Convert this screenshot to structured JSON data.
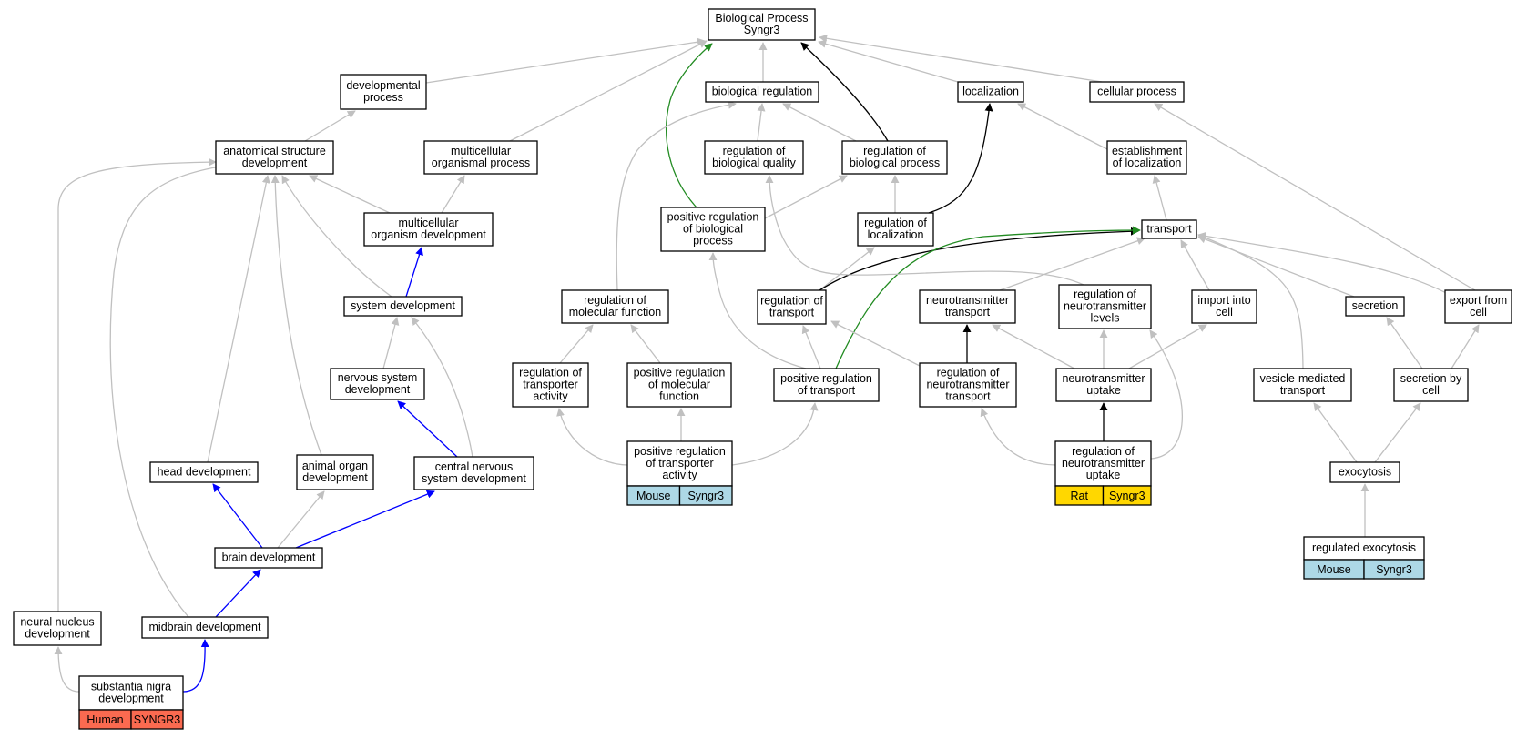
{
  "colors": {
    "gray": "#c0c0c0",
    "black": "#000000",
    "blue": "#0000ff",
    "green": "#228b22",
    "human": "#fa6a50",
    "mouse": "#add8e6",
    "rat": "#ffd700"
  },
  "nodes": {
    "bp": [
      "Biological Process",
      "Syngr3"
    ],
    "devproc": [
      "developmental",
      "process"
    ],
    "bioreg": [
      "biological regulation"
    ],
    "localization": [
      "localization"
    ],
    "cellproc": [
      "cellular process"
    ],
    "anatdev": [
      "anatomical structure",
      "development"
    ],
    "multiorgproc": [
      "multicellular",
      "organismal process"
    ],
    "regbioqual": [
      "regulation of",
      "biological quality"
    ],
    "regbioproc": [
      "regulation of",
      "biological process"
    ],
    "estloc": [
      "establishment",
      "of localization"
    ],
    "multiorgdev": [
      "multicellular",
      "organism development"
    ],
    "posregbioproc": [
      "positive regulation",
      "of biological",
      "process"
    ],
    "regloc": [
      "regulation of",
      "localization"
    ],
    "transport": [
      "transport"
    ],
    "sysdev": [
      "system development"
    ],
    "regmolfunc": [
      "regulation of",
      "molecular function"
    ],
    "regtransport": [
      "regulation of",
      "transport"
    ],
    "ntransport": [
      "neurotransmitter",
      "transport"
    ],
    "regntlevels": [
      "regulation of",
      "neurotransmitter",
      "levels"
    ],
    "importcell": [
      "import into",
      "cell"
    ],
    "secretion": [
      "secretion"
    ],
    "exportcell": [
      "export from",
      "cell"
    ],
    "nsdev": [
      "nervous system",
      "development"
    ],
    "regtransact": [
      "regulation of",
      "transporter",
      "activity"
    ],
    "posregmolfunc": [
      "positive regulation",
      "of molecular",
      "function"
    ],
    "posregtransport": [
      "positive regulation",
      "of transport"
    ],
    "regnttransport": [
      "regulation of",
      "neurotransmitter",
      "transport"
    ],
    "ntuptake": [
      "neurotransmitter",
      "uptake"
    ],
    "vesicle": [
      "vesicle-mediated",
      "transport"
    ],
    "secbycell": [
      "secretion by",
      "cell"
    ],
    "headdev": [
      "head development"
    ],
    "animalorgan": [
      "animal organ",
      "development"
    ],
    "cnsdev": [
      "central nervous",
      "system development"
    ],
    "posregtransact": [
      "positive regulation",
      "of transporter",
      "activity"
    ],
    "regntuptake": [
      "regulation of",
      "neurotransmitter",
      "uptake"
    ],
    "exocytosis": [
      "exocytosis"
    ],
    "braindev": [
      "brain development"
    ],
    "regexocytosis": [
      "regulated exocytosis"
    ],
    "neuralnucleus": [
      "neural nucleus",
      "development"
    ],
    "midbrain": [
      "midbrain development"
    ],
    "substantia": [
      "substantia nigra",
      "development"
    ]
  },
  "annotations": {
    "substantia": [
      "Human",
      "SYNGR3"
    ],
    "posregtransact": [
      "Mouse",
      "Syngr3"
    ],
    "regntuptake": [
      "Rat",
      "Syngr3"
    ],
    "regexocytosis": [
      "Mouse",
      "Syngr3"
    ]
  }
}
